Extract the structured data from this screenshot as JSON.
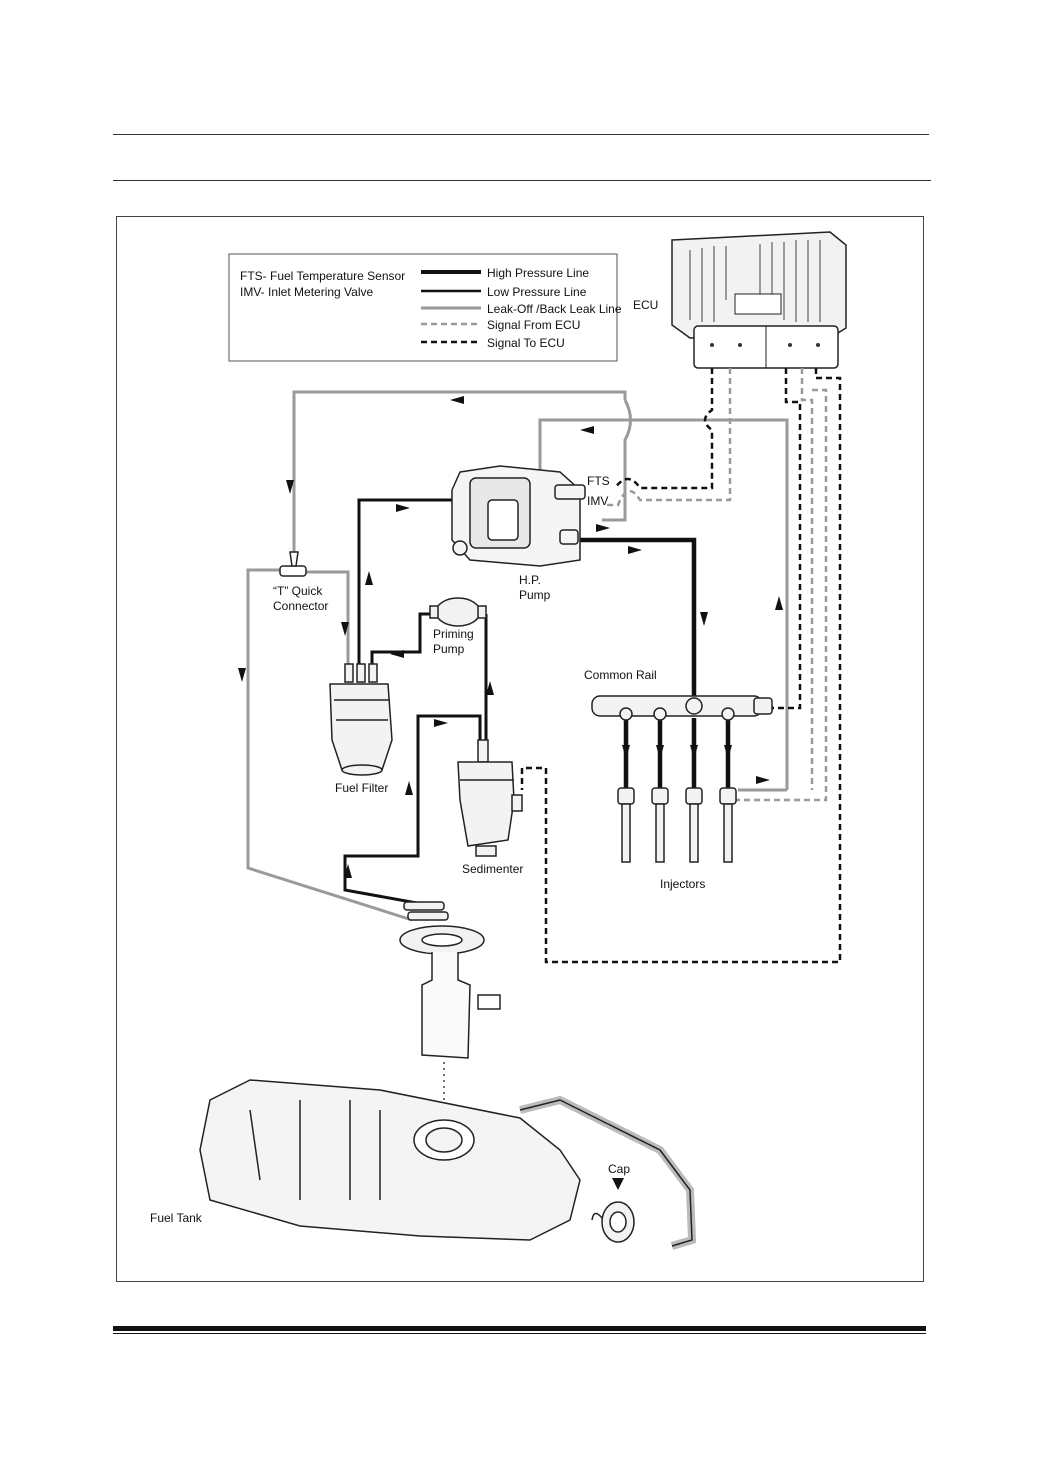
{
  "legend": {
    "abbr_fts": "FTS- Fuel Temperature Sensor",
    "abbr_imv": "IMV-  Inlet Metering Valve",
    "items": [
      {
        "label": "High Pressure Line"
      },
      {
        "label": "Low Pressure Line"
      },
      {
        "label": "Leak-Off /Back Leak Line"
      },
      {
        "label": "Signal From ECU"
      },
      {
        "label": "Signal To ECU"
      }
    ]
  },
  "labels": {
    "ecu": "ECU",
    "fts": "FTS",
    "imv": "IMV",
    "hp_pump_1": "H.P.",
    "hp_pump_2": "Pump",
    "t_connector_1": "“T” Quick",
    "t_connector_2": "Connector",
    "priming_pump_1": "Priming",
    "priming_pump_2": "Pump",
    "common_rail": "Common Rail",
    "fuel_filter": "Fuel Filter",
    "sedimenter": "Sedimenter",
    "injectors": "Injectors",
    "cap": "Cap",
    "fuel_tank": "Fuel Tank"
  },
  "colors": {
    "high_pressure": "#111111",
    "low_pressure": "#111111",
    "leak_off": "#9a9a9a",
    "signal_from_ecu": "#9a9a9a",
    "signal_to_ecu": "#111111"
  }
}
